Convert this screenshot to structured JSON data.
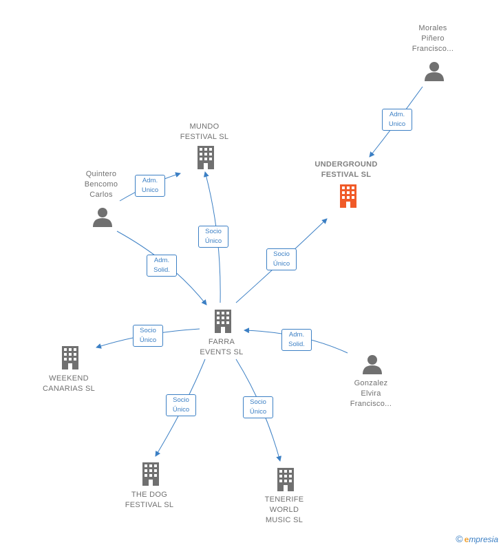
{
  "nodes": {
    "farra": {
      "label": "FARRA\nEVENTS  SL",
      "type": "company"
    },
    "mundo": {
      "label": "MUNDO\nFESTIVAL  SL",
      "type": "company"
    },
    "underground": {
      "label": "UNDERGROUND\nFESTIVAL  SL",
      "type": "company-highlight"
    },
    "weekend": {
      "label": "WEEKEND\nCANARIAS  SL",
      "type": "company"
    },
    "thedog": {
      "label": "THE DOG\nFESTIVAL  SL",
      "type": "company"
    },
    "tenerife": {
      "label": "TENERIFE\nWORLD\nMUSIC  SL",
      "type": "company"
    },
    "quintero": {
      "label": "Quintero\nBencomo\nCarlos",
      "type": "person"
    },
    "morales": {
      "label": "Morales\nPiñero\nFrancisco...",
      "type": "person"
    },
    "gonzalez": {
      "label": "Gonzalez\nElvira\nFrancisco...",
      "type": "person"
    }
  },
  "edges": {
    "quintero_mundo": "Adm.\nUnico",
    "quintero_farra": "Adm.\nSolid.",
    "farra_mundo": "Socio\nÚnico",
    "farra_underground": "Socio\nÚnico",
    "morales_underground": "Adm.\nUnico",
    "farra_weekend": "Socio\nÚnico",
    "gonzalez_farra": "Adm.\nSolid.",
    "farra_thedog": "Socio\nÚnico",
    "farra_tenerife": "Socio\nÚnico"
  },
  "colors": {
    "edge": "#3b7fc4",
    "company_icon": "#707070",
    "highlight_icon": "#f05a28",
    "person_icon": "#707070"
  },
  "footer": {
    "copyright": "©",
    "brand_first": "e",
    "brand_rest": "mpresia"
  }
}
